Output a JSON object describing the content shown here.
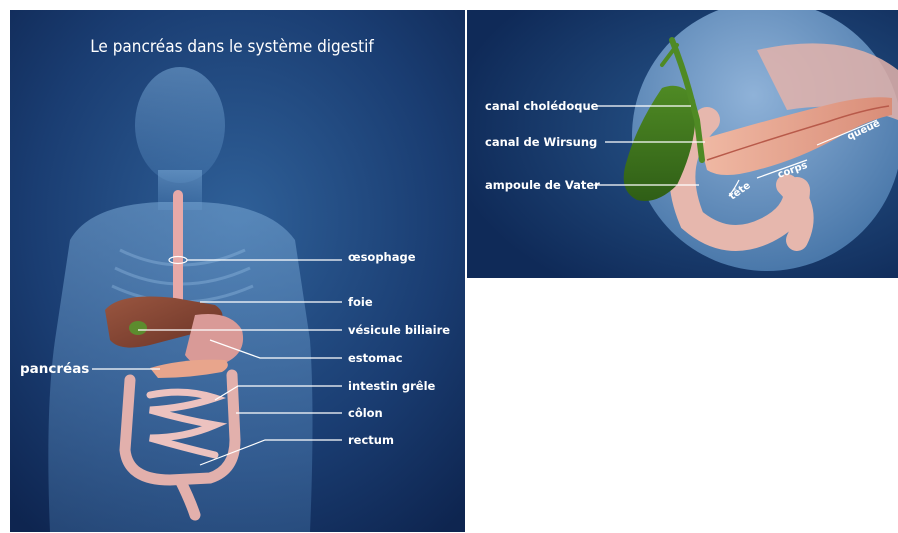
{
  "left": {
    "title": "Le pancréas dans le système digestif",
    "labels": {
      "oesophage": "œsophage",
      "foie": "foie",
      "vesicule": "vésicule biliaire",
      "estomac": "estomac",
      "intestin": "intestin grêle",
      "colon": "côlon",
      "rectum": "rectum",
      "pancreas": "pancréas"
    }
  },
  "right": {
    "labels": {
      "choledoque": "canal cholédoque",
      "wirsung": "canal de Wirsung",
      "vater": "ampoule de Vater",
      "tete": "tête",
      "corps": "corps",
      "queue": "queue"
    }
  },
  "colors": {
    "background_dark": "#0d2450",
    "background_light": "#2c5d92",
    "body_silhouette": "#6f9fcf",
    "liver": "#8a4a3a",
    "gallbladder": "#4e8a2a",
    "pancreas": "#e8a58c",
    "intestine": "#e6b3b0"
  }
}
